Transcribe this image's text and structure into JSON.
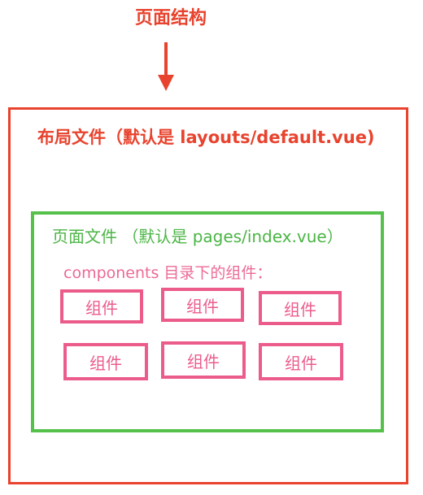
{
  "diagram": {
    "title": "页面结构",
    "layout": {
      "label": "布局文件（默认是 layouts/default.vue)"
    },
    "page": {
      "label": "页面文件 （默认是 pages/index.vue）"
    },
    "components": {
      "label": "components 目录下的组件：",
      "items": [
        "组件",
        "组件",
        "组件",
        "组件",
        "组件",
        "组件"
      ]
    }
  },
  "colors": {
    "layout": "#e8432e",
    "page": "#55c14a",
    "component": "#ec5c8b"
  },
  "icons": {
    "arrow": "arrow-down-icon"
  }
}
